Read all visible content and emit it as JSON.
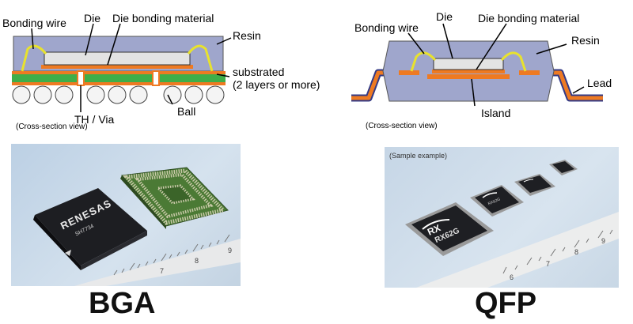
{
  "bga": {
    "labels": {
      "bonding_wire": "Bonding wire",
      "die": "Die",
      "die_bonding_material": "Die bonding material",
      "resin": "Resin",
      "substrated_line1": "substrated",
      "substrated_line2": "(2 layers or more)",
      "th_via": "TH / Via",
      "ball": "Ball",
      "cross_section": "(Cross-section view)"
    },
    "chip_brand": "RENESAS",
    "chip_part": "SH7734",
    "ruler_numbers": [
      "7",
      "8",
      "9"
    ],
    "title": "BGA"
  },
  "qfp": {
    "labels": {
      "bonding_wire": "Bonding wire",
      "die": "Die",
      "die_bonding_material": "Die bonding material",
      "resin": "Resin",
      "lead": "Lead",
      "island": "Island",
      "cross_section": "(Cross-section view)"
    },
    "sample": "(Sample example)",
    "chip_logo": "RX",
    "chip_part_large": "RX62G",
    "chip_part_medium": "RX62G",
    "ruler_numbers": [
      "6",
      "7",
      "8",
      "9"
    ],
    "title": "QFP"
  },
  "colors": {
    "resin": "#9fa6cc",
    "die": "#e3e3e3",
    "substrate": "#3fae49",
    "copper": "#ee7a22",
    "wire": "#e8e22e",
    "lead": "#333a86",
    "photo_bg": "#c9d7e5"
  }
}
